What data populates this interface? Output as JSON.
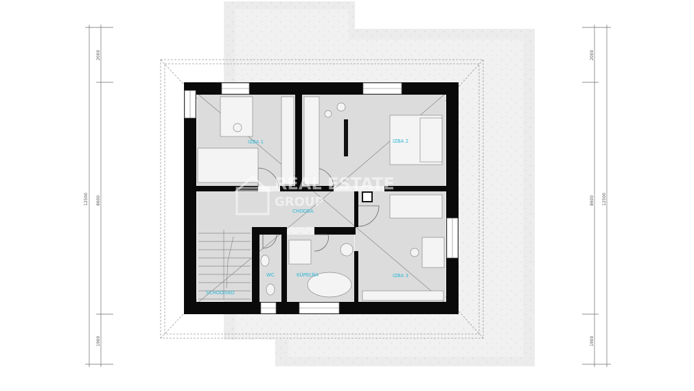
{
  "rooms": {
    "izba1": "IZBA 1",
    "izba2": "IZBA 2",
    "izba3": "IZBA 3",
    "chodba": "CHODBA",
    "wc": "WC",
    "kupelna": "KÚPEĽŇA",
    "schodisko": "SCHODISKO"
  },
  "dimensions": {
    "left": {
      "top": "2000",
      "middle_inner": "8600",
      "middle_outer": "12500",
      "bottom": "1900"
    },
    "right": {
      "top": "2000",
      "middle_inner": "8600",
      "middle_outer": "12500",
      "bottom": "1900"
    }
  },
  "watermark": {
    "line1": "REAL ESTATE",
    "line2": "GROUP"
  },
  "colors": {
    "wall": "#0a0a0a",
    "room_fill": "#dcdcdc",
    "terrace": "#ececec",
    "label": "#2bb7d8"
  }
}
